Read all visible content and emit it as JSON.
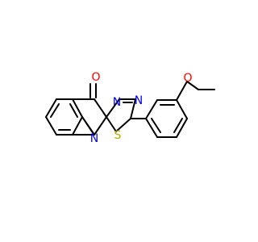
{
  "colors": {
    "background": "#ffffff",
    "bond": "#000000",
    "oxygen": "#ff0000",
    "nitrogen": "#0000ff",
    "sulfur": "#b2a900"
  },
  "atoms": {
    "carbonyl_oxygen": "O",
    "ring_nitrogen_top": "N",
    "ring_nitrogen_right": "N",
    "ring_nitrogen_bottom": "N",
    "sulfur": "S",
    "ether_oxygen": "O"
  }
}
